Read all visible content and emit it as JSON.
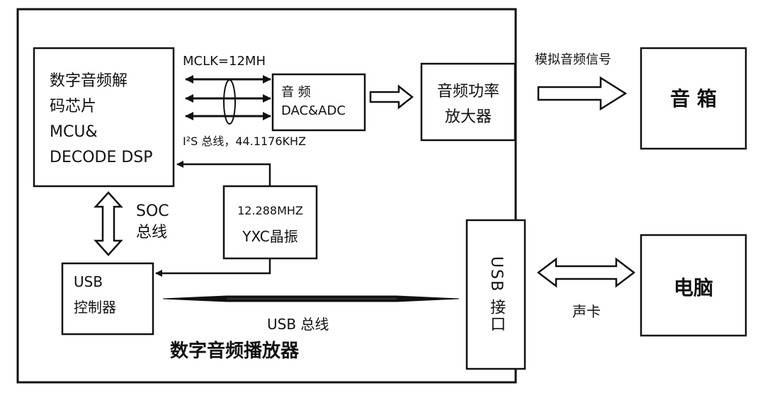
{
  "diagram": {
    "mcu": {
      "line1": "数字音频解",
      "line2": "码芯片",
      "line3": "MCU&",
      "line4": "DECODE DSP"
    },
    "mclk_label": "MCLK=12MH",
    "i2s_label": "I²S 总线，44.1176KHZ",
    "dac": {
      "line1": "音 频",
      "line2": "DAC&ADC"
    },
    "amp": {
      "line1": "音频功率",
      "line2": "放大器"
    },
    "analog_label": "模拟音频信号",
    "speaker": "音 箱",
    "soc_label": {
      "line1": "SOC",
      "line2": "总线"
    },
    "crystal": {
      "line1": "12.288MHZ",
      "line2": "YXC晶振"
    },
    "usb_controller": {
      "line1": "USB",
      "line2": "控制器"
    },
    "usb_bus_label": "USB 总线",
    "usb_port": "USB 接口",
    "sound_card_label": "声卡",
    "computer": "电脑",
    "player_title": "数字音频播放器"
  }
}
